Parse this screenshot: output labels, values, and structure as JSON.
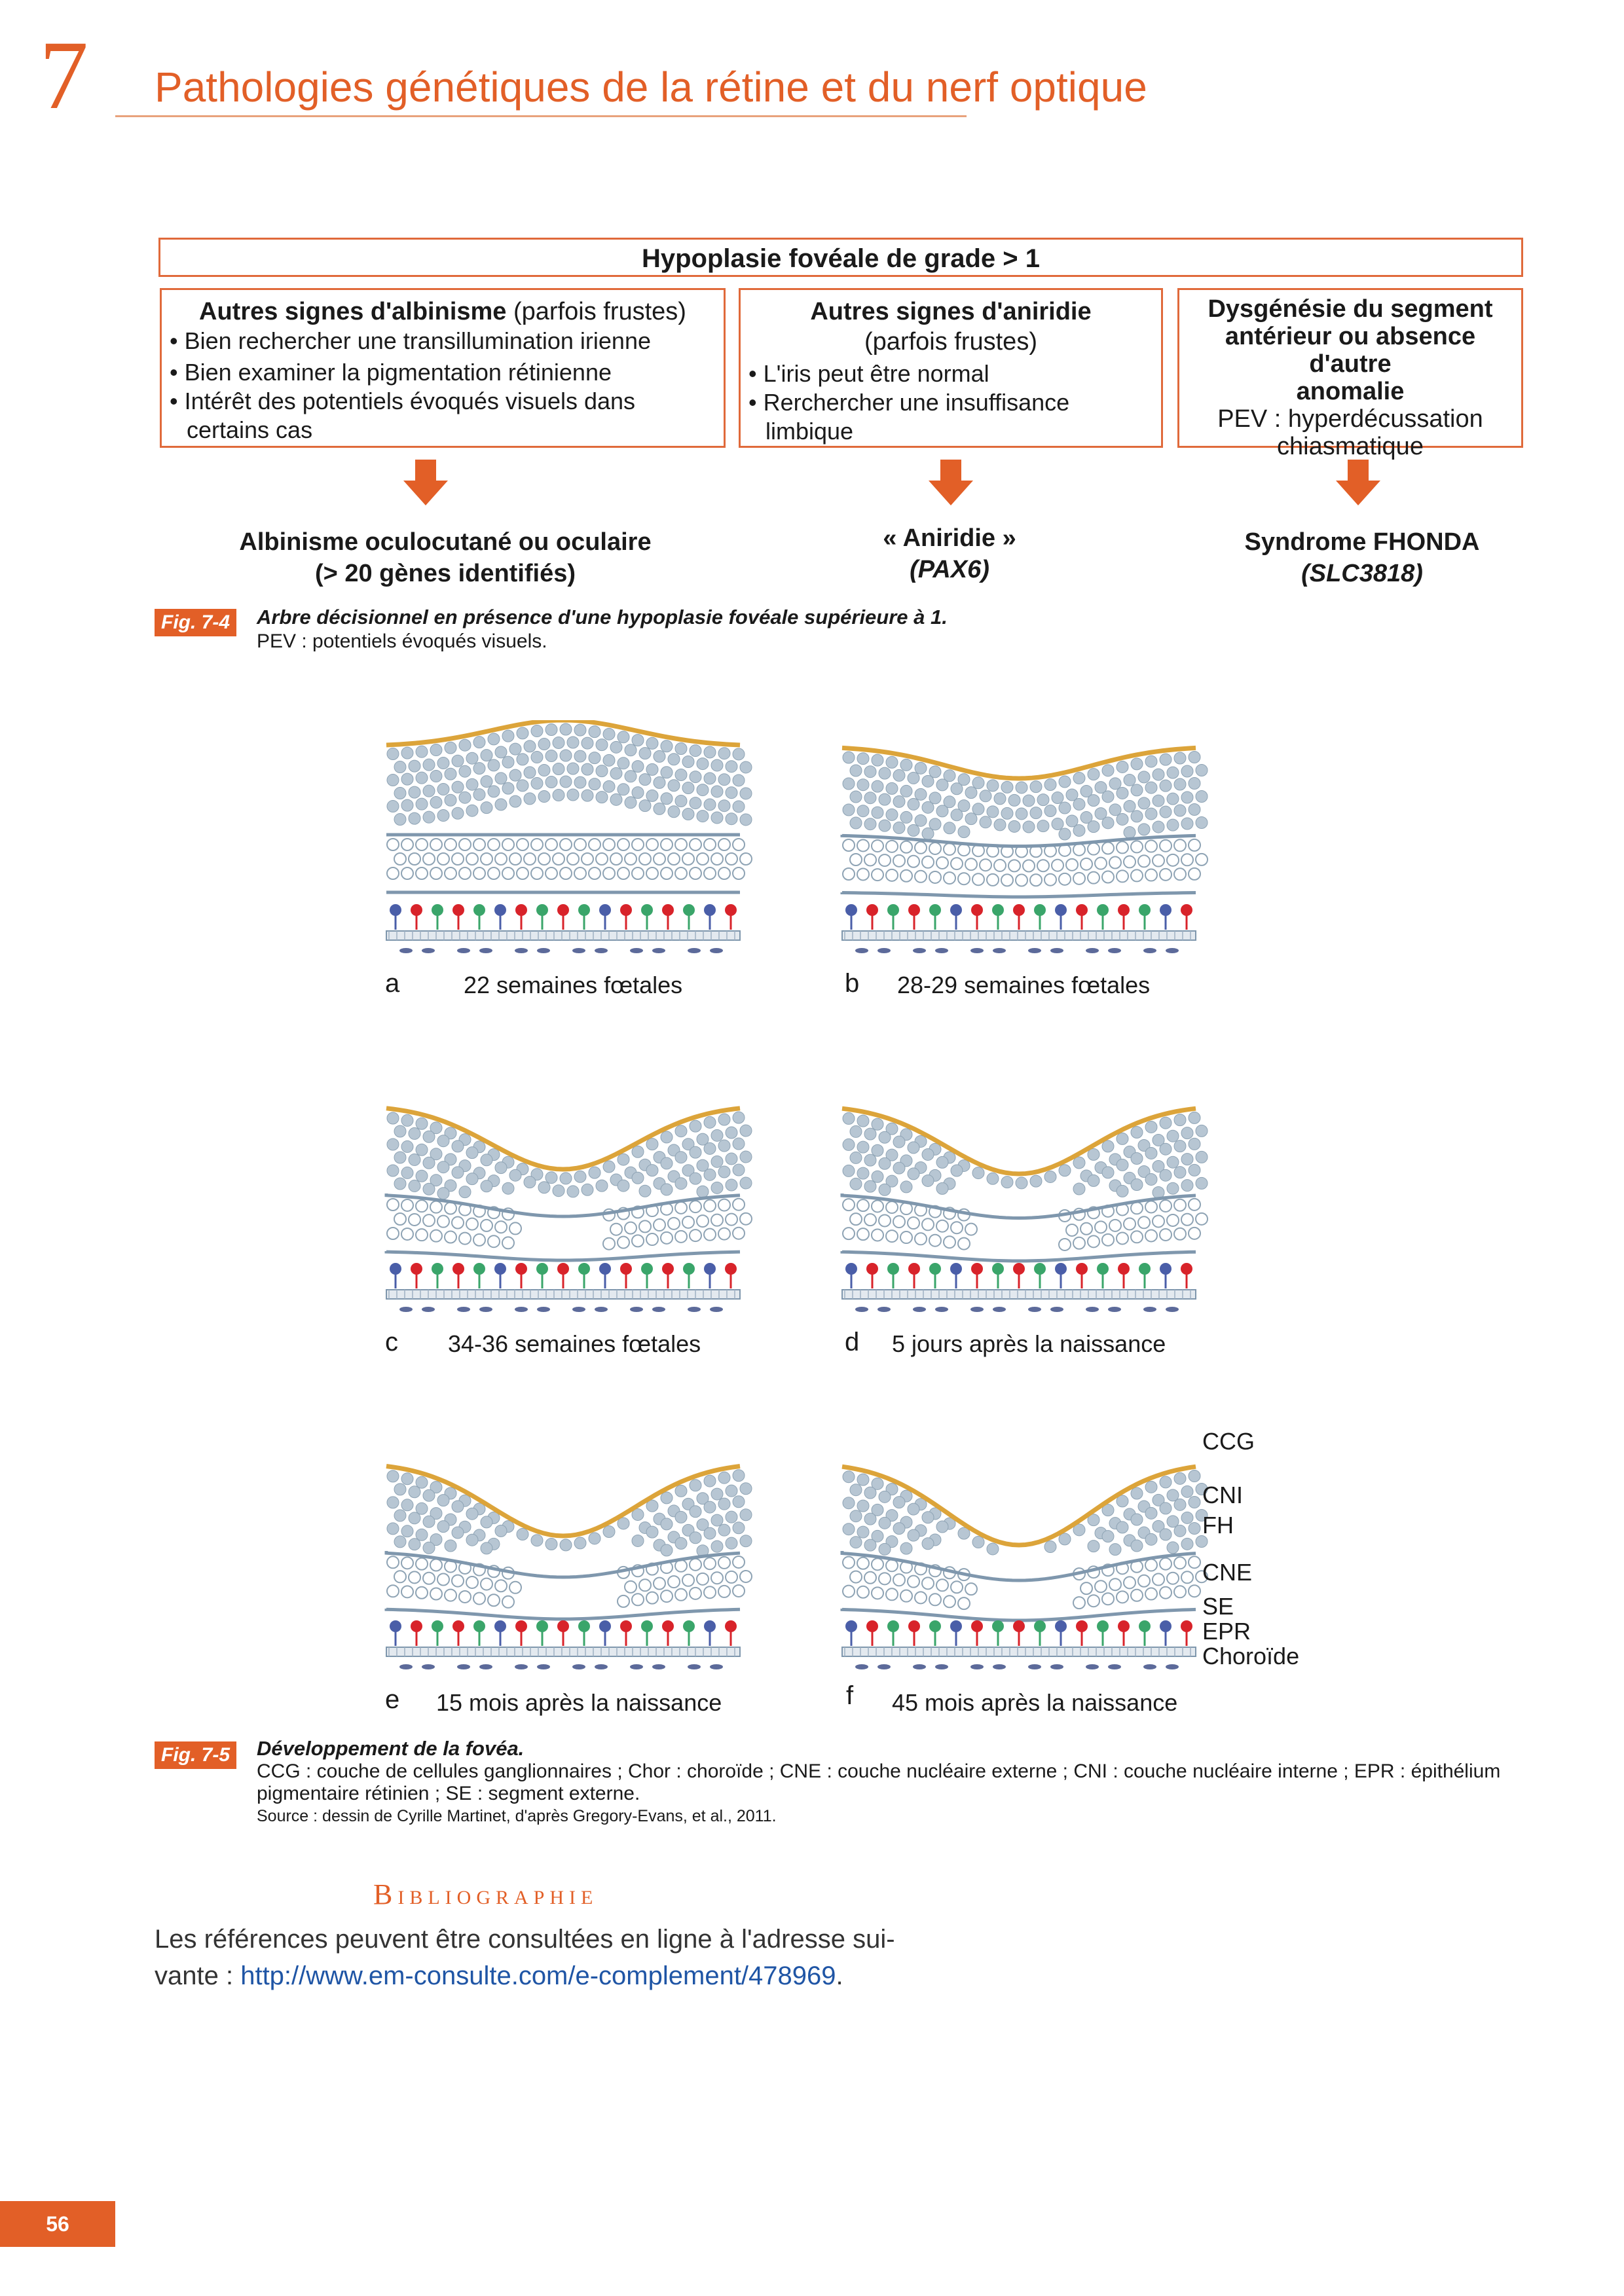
{
  "header": {
    "chapter_number": "7",
    "chapter_title": "Pathologies génétiques de la rétine et du nerf optique"
  },
  "tree": {
    "top_title": "Hypoplasie fovéale de grade > 1",
    "left": {
      "title_bold": "Autres signes d'albinisme",
      "title_rest": " (parfois frustes)",
      "bullets": [
        "• Bien rechercher une transillumination irienne",
        "• Bien examiner la pigmentation rétinienne",
        "• Intérêt des potentiels évoqués visuels dans",
        "certains cas"
      ]
    },
    "middle": {
      "title_bold": "Autres signes d'aniridie",
      "title_rest": "(parfois frustes)",
      "bullets": [
        "• L'iris peut être normal",
        "• Rerchercher une insuffisance",
        "limbique"
      ]
    },
    "right": {
      "lines_bold": [
        "Dysgénésie du segment",
        "antérieur ou absence d'autre",
        "anomalie"
      ],
      "lines": [
        "PEV : hyperdécussation",
        "chiasmatique"
      ]
    },
    "results": {
      "left": [
        "Albinisme oculocutané ou oculaire",
        "(> 20 gènes identifiés)"
      ],
      "middle": [
        "« Aniridie »",
        "(PAX6)"
      ],
      "right": [
        "Syndrome FHONDA",
        "(SLC3818)"
      ]
    }
  },
  "fig74": {
    "tag": "Fig. 7-4",
    "title": "Arbre décisionnel en présence d'une hypoplasie fovéale supérieure à 1.",
    "note": "PEV : potentiels évoqués visuels."
  },
  "fig75": {
    "panels": [
      {
        "letter": "a",
        "label": "22 semaines fœtales"
      },
      {
        "letter": "b",
        "label": "28-29 semaines fœtales"
      },
      {
        "letter": "c",
        "label": "34-36 semaines fœtales"
      },
      {
        "letter": "d",
        "label": "5 jours après la naissance"
      },
      {
        "letter": "e",
        "label": "15 mois après la naissance"
      },
      {
        "letter": "f",
        "label": "45 mois après la naissance"
      }
    ],
    "legend": [
      "CCG",
      "CNI",
      "FH",
      "CNE",
      "SE",
      "EPR",
      "Choroïde"
    ],
    "tag": "Fig. 7-5",
    "title": "Développement de la fovéa.",
    "caption_lines": [
      "CCG : couche de cellules ganglionnaires ; Chor : choroïde ; CNE : couche nucléaire externe ; CNI : couche nucléaire interne ; EPR : épithélium",
      "pigmentaire rétinien ; SE : segment externe."
    ],
    "source": "Source : dessin de Cyrille Martinet, d'après Gregory-Evans, et al., 2011."
  },
  "bibliography": {
    "heading": "Bibliographie",
    "text1": "Les références peuvent être consultées en ligne à l'adresse sui-",
    "text2_prefix": "vante : ",
    "link": "http://www.em-consulte.com/e-complement/478969",
    "text2_suffix": "."
  },
  "page_number": "56",
  "colors": {
    "accent": "#e25f27",
    "box_border": "#e06a3b",
    "cell_fill": "#b7c6d3",
    "membrane": "#dca43a",
    "cone_red": "#d8232a",
    "cone_green": "#3aa56a",
    "cone_blue": "#4a5ea8"
  }
}
